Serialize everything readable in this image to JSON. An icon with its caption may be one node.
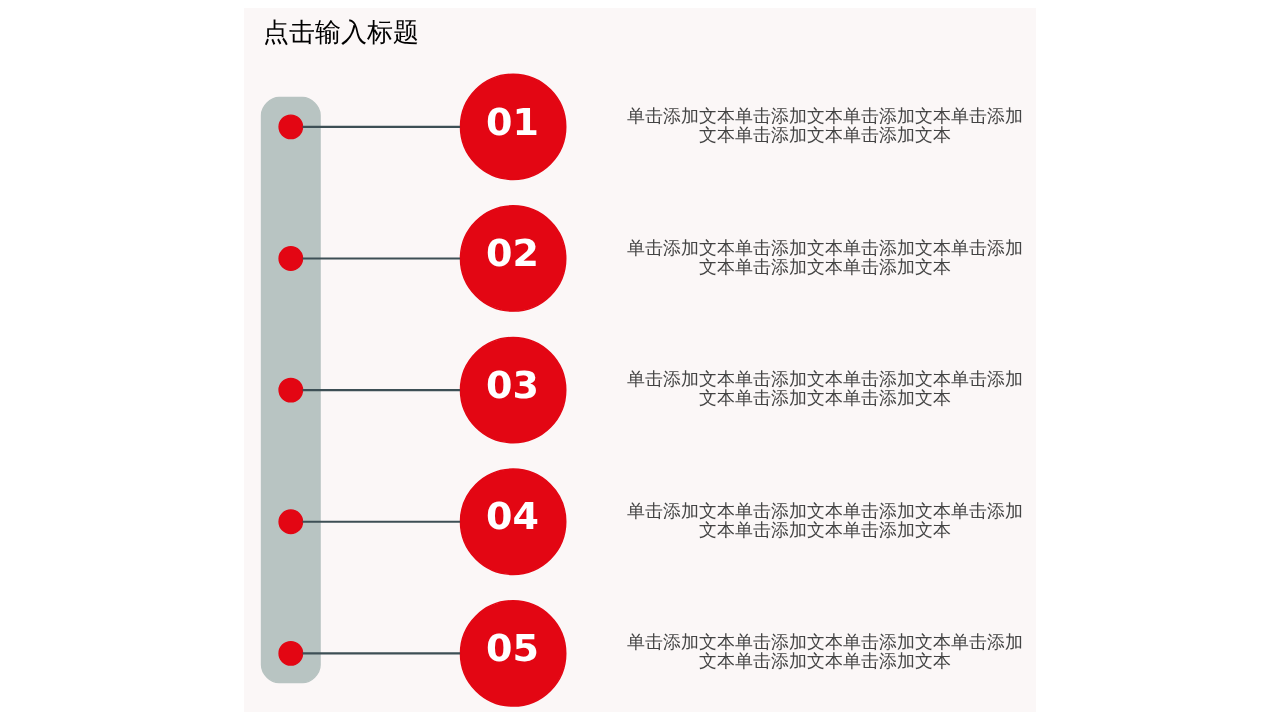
{
  "diagram": {
    "title": "点击输入标题",
    "nodes": [
      {
        "text": [],
        "shape": "bar"
      },
      {
        "text": [],
        "shape": "circle",
        "in": 0
      },
      {
        "text": [],
        "shape": "circle",
        "in": 0
      },
      {
        "text": [],
        "shape": "circle",
        "in": 0
      },
      {
        "text": [],
        "shape": "circle",
        "in": 0
      },
      {
        "text": [],
        "shape": "circle",
        "in": 0
      },
      {
        "text": [
          "01"
        ]
      },
      {
        "text": [
          "02"
        ]
      },
      {
        "text": [
          "03"
        ]
      },
      {
        "text": [
          "04"
        ]
      },
      {
        "text": [
          "05"
        ]
      }
    ],
    "edges": [
      {
        "from": 1,
        "to": 6,
        "arrow": "none"
      },
      {
        "from": 7,
        "to": 2,
        "arrow": "none"
      },
      {
        "from": 3,
        "to": 8,
        "arrow": "none"
      },
      {
        "from": 9,
        "to": 4,
        "arrow": "none"
      },
      {
        "from": 5,
        "to": 10,
        "arrow": "none"
      }
    ],
    "labels": [
      "单击添加文本单击添加文本单击添加文本单击添加文本单击添加文本单击添加文本",
      "单击添加文本单击添加文本单击添加文本单击添加文本单击添加文本单击添加文本",
      "单击添加文本单击添加文本单击添加文本单击添加文本单击添加文本单击添加文本",
      "单击添加文本单击添加文本单击添加文本单击添加文本单击添加文本单击添加文本",
      "单击添加文本单击添加文本单击添加文本单击添加文本单击添加文本单击添加文本"
    ]
  }
}
